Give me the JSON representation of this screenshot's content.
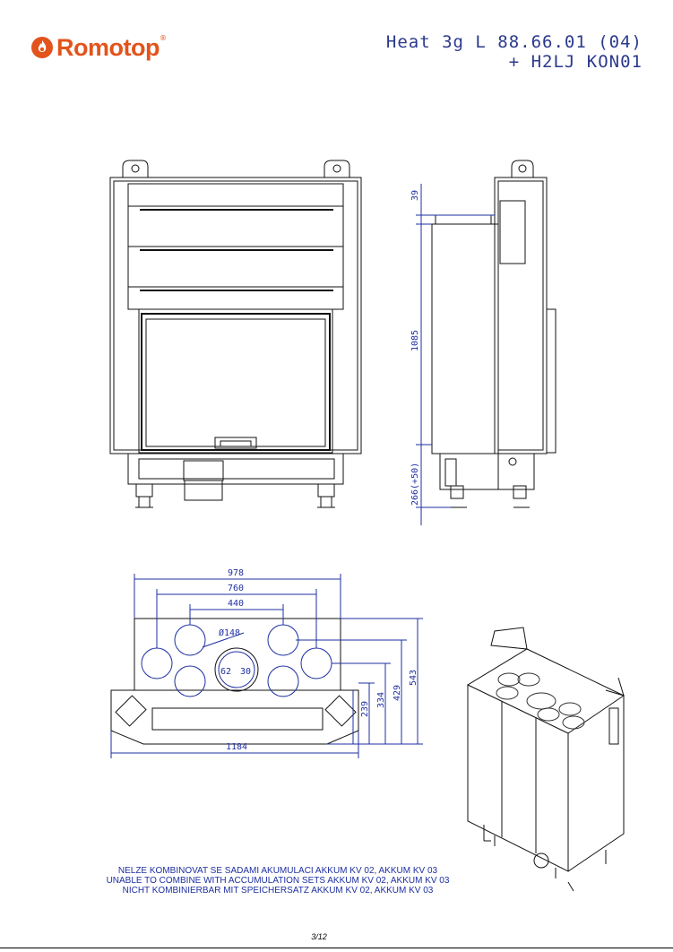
{
  "header": {
    "brand": "Romotop",
    "model_line1": "Heat 3g L 88.66.01 (04)",
    "model_line2": "+ H2LJ KON01"
  },
  "dimensions": {
    "side_top": "39",
    "side_height": "1085",
    "side_bottom": "266(+50)",
    "width_978": "978",
    "width_760": "760",
    "width_440": "440",
    "diameter": "Ø148",
    "width_1184": "1184",
    "depth_543": "543",
    "depth_429": "429",
    "depth_334": "334",
    "depth_239": "239",
    "center_left": "62",
    "center_right": "30"
  },
  "note": {
    "line1": "NELZE KOMBINOVAT SE SADAMI AKUMULACI AKKUM KV 02, AKKUM KV 03",
    "line2": "UNABLE TO COMBINE WITH ACCUMULATION SETS AKKUM KV 02, AKKUM KV 03",
    "line3": "NICHT KOMBINIERBAR MIT SPEICHERSATZ AKKUM KV 02, AKKUM KV 03"
  },
  "footer": {
    "page": "3/12"
  },
  "colors": {
    "brand": "#e2541c",
    "dimension": "#1e2fa0",
    "outline": "#111111"
  }
}
